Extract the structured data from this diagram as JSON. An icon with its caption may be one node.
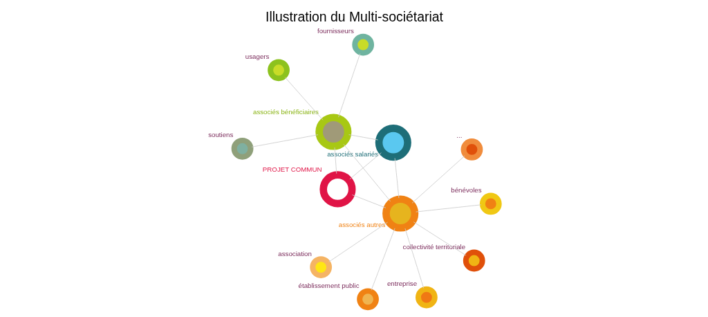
{
  "diagram": {
    "title": "Illustration du Multi-sociétariat",
    "nodes": [
      {
        "text": [],
        "shape": "circle",
        "beside": [
          "usagers"
        ]
      },
      {
        "text": [],
        "shape": "circle",
        "beside": [
          "associés salariés"
        ]
      },
      {
        "text": [],
        "shape": "circle",
        "beside": [
          "soutiens"
        ]
      },
      {
        "text": [],
        "shape": "circle",
        "beside": [
          "fournisseurs"
        ]
      },
      {
        "text": [],
        "shape": "circle",
        "beside": [
          "associés bénéficiaires"
        ]
      },
      {
        "text": [],
        "shape": "circle",
        "beside": [
          "PROJET COMMUN"
        ]
      },
      {
        "text": [],
        "shape": "circle",
        "beside": [
          "établissement public"
        ]
      },
      {
        "text": [],
        "shape": "circle",
        "beside": [
          "bénévoles"
        ]
      },
      {
        "text": [],
        "shape": "circle",
        "beside": [
          "associés autres"
        ]
      },
      {
        "text": [],
        "shape": "circle",
        "beside": [
          "collectivité territoriale"
        ]
      },
      {
        "text": [],
        "shape": "circle",
        "beside": [
          "entreprise"
        ]
      },
      {
        "text": [],
        "shape": "circle",
        "beside": [
          "association"
        ]
      },
      {
        "text": [],
        "shape": "circle",
        "beside": [
          "..."
        ]
      }
    ],
    "edges": [
      {
        "from": 1,
        "to": 4,
        "arrow": "none"
      },
      {
        "from": 1,
        "to": 5,
        "arrow": "none"
      },
      {
        "from": 1,
        "to": 8,
        "arrow": "none"
      },
      {
        "from": 5,
        "to": 4,
        "arrow": "none"
      },
      {
        "from": 5,
        "to": 8,
        "arrow": "none"
      },
      {
        "from": 8,
        "to": 4,
        "arrow": "none"
      },
      {
        "from": 4,
        "to": 0,
        "arrow": "none"
      },
      {
        "from": 4,
        "to": 2,
        "arrow": "none"
      },
      {
        "from": 4,
        "to": 3,
        "arrow": "none"
      },
      {
        "from": 8,
        "to": 6,
        "arrow": "none"
      },
      {
        "from": 8,
        "to": 7,
        "arrow": "none"
      },
      {
        "from": 8,
        "to": 9,
        "arrow": "none"
      },
      {
        "from": 8,
        "to": 10,
        "arrow": "none"
      },
      {
        "from": 8,
        "to": 11,
        "arrow": "none"
      },
      {
        "from": 8,
        "to": 12,
        "arrow": "none"
      }
    ]
  }
}
